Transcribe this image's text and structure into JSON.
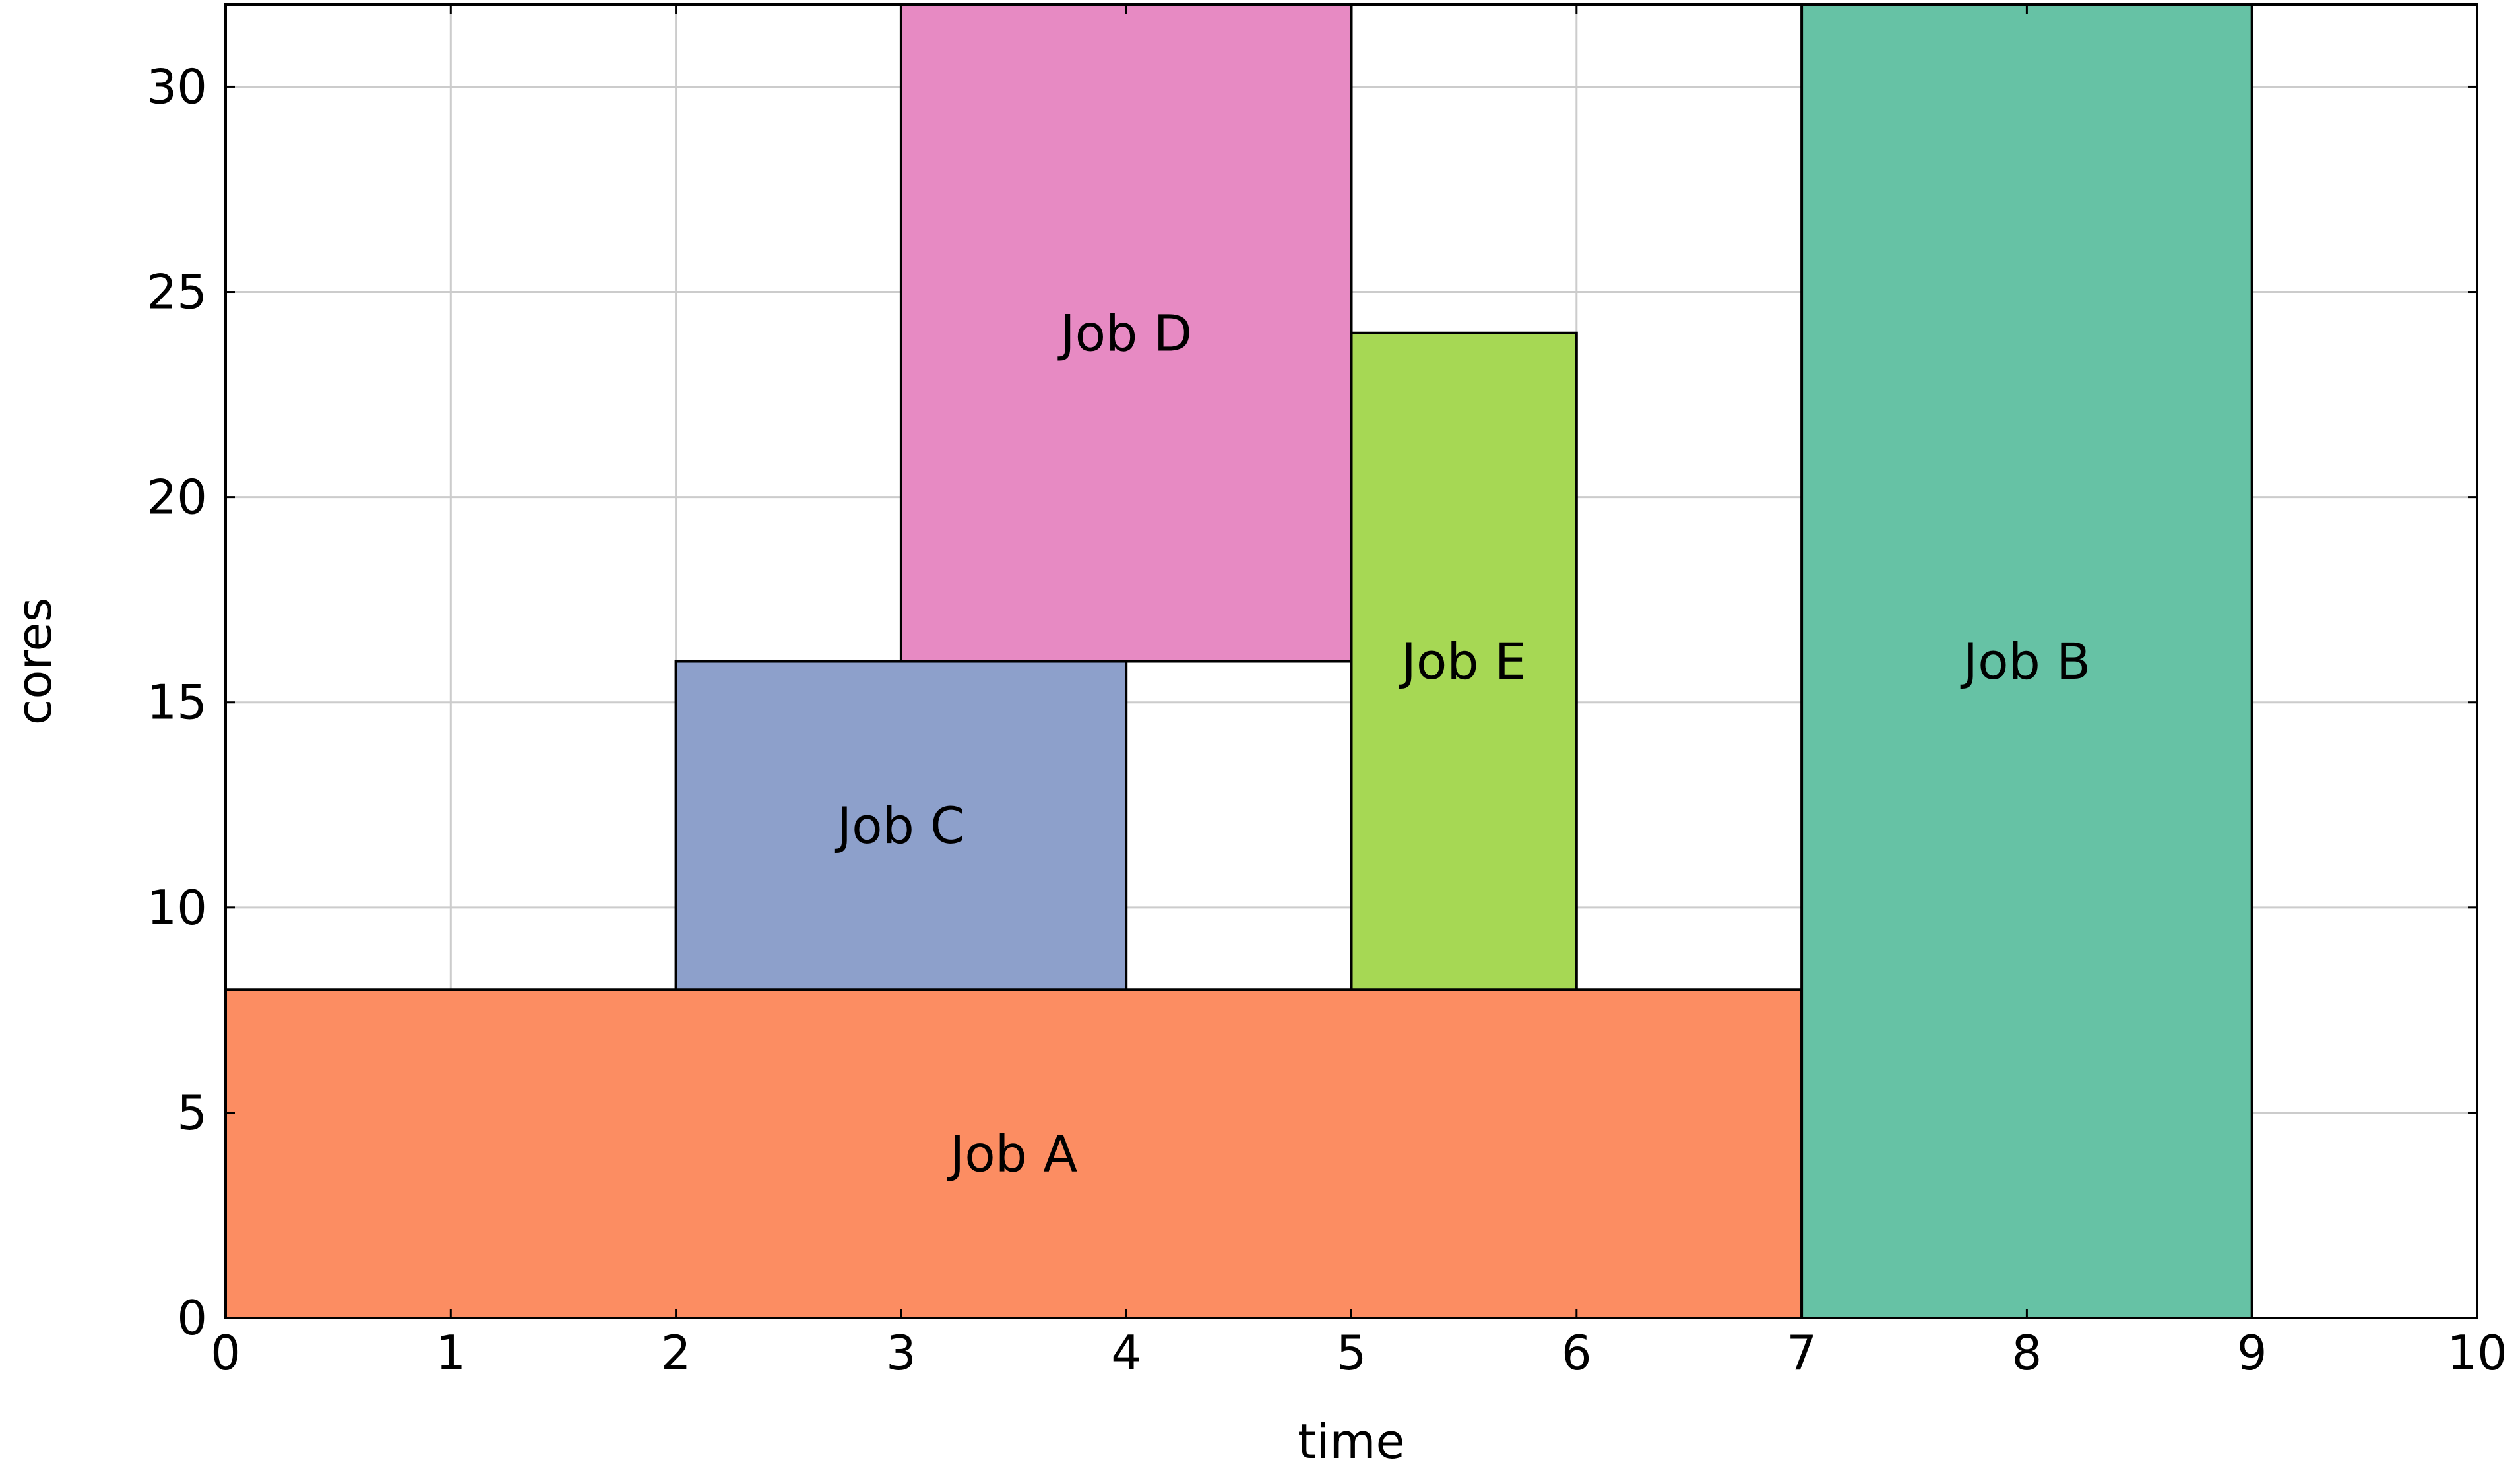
{
  "chart_data": {
    "type": "gantt",
    "title": "",
    "xlabel": "time",
    "ylabel": "cores",
    "xlim": [
      0,
      10
    ],
    "ylim": [
      0,
      32
    ],
    "x_ticks": [
      "0",
      "1",
      "2",
      "3",
      "4",
      "5",
      "6",
      "7",
      "8",
      "9",
      "10"
    ],
    "y_ticks": [
      "0",
      "5",
      "10",
      "15",
      "20",
      "25",
      "30"
    ],
    "grid": true,
    "jobs": [
      {
        "name": "Job A",
        "start": 0,
        "end": 7,
        "core_start": 0,
        "core_end": 8,
        "color": "#fc8d62"
      },
      {
        "name": "Job B",
        "start": 7,
        "end": 9,
        "core_start": 0,
        "core_end": 32,
        "color": "#66c2a5"
      },
      {
        "name": "Job C",
        "start": 2,
        "end": 4,
        "core_start": 8,
        "core_end": 16,
        "color": "#8da0cb"
      },
      {
        "name": "Job D",
        "start": 3,
        "end": 5,
        "core_start": 16,
        "core_end": 32,
        "color": "#e78ac3"
      },
      {
        "name": "Job E",
        "start": 5,
        "end": 6,
        "core_start": 8,
        "core_end": 24,
        "color": "#a6d854"
      }
    ]
  }
}
